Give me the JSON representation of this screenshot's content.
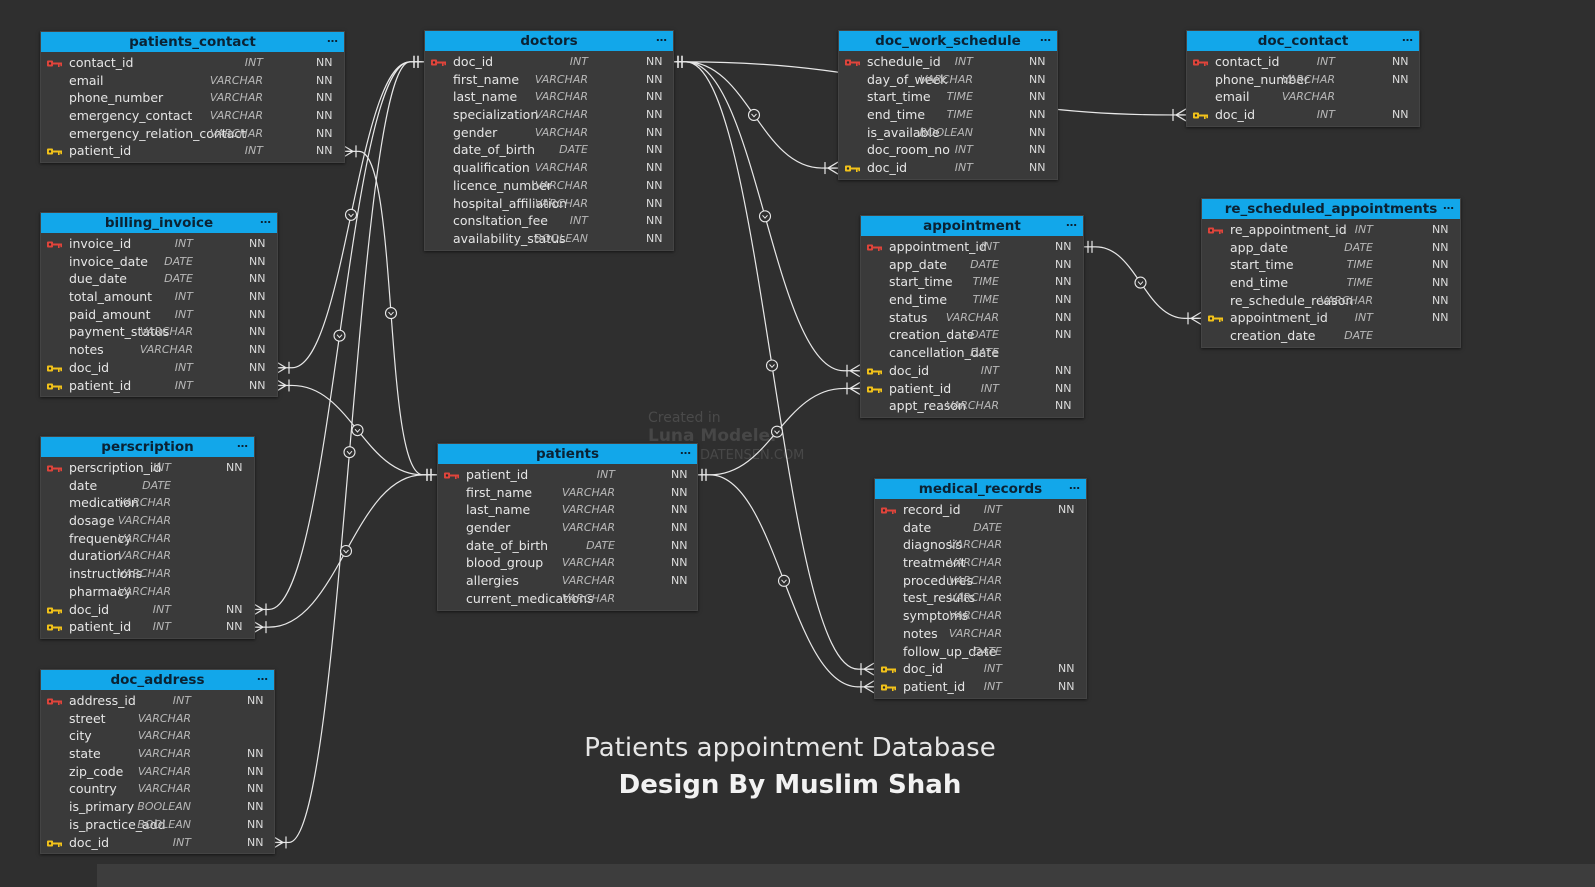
{
  "diagram": {
    "title": "Patients appointment Database",
    "subtitle": "Design By Muslim Shah",
    "watermark": {
      "line1": "Created in",
      "line2": "Luna Modeler",
      "line3": "DATENSEN.COM"
    },
    "colors": {
      "header": "#12a7ea",
      "table_bg": "#3a3a3a",
      "canvas": "#2f2f2f",
      "line": "#e8e8e8",
      "pk_key": "#e0443b",
      "fk_key": "#f2c21a"
    }
  },
  "tables": [
    {
      "id": "patients_contact",
      "name": "patients_contact",
      "columns": [
        {
          "name": "contact_id",
          "type": "INT",
          "nn": "NN",
          "key": "pk"
        },
        {
          "name": "email",
          "type": "VARCHAR",
          "nn": "NN",
          "key": ""
        },
        {
          "name": "phone_number",
          "type": "VARCHAR",
          "nn": "NN",
          "key": ""
        },
        {
          "name": "emergency_contact",
          "type": "VARCHAR",
          "nn": "NN",
          "key": ""
        },
        {
          "name": "emergency_relation_contact",
          "type": "VARCHAR",
          "nn": "NN",
          "key": ""
        },
        {
          "name": "patient_id",
          "type": "INT",
          "nn": "NN",
          "key": "fk"
        }
      ]
    },
    {
      "id": "doctors",
      "name": "doctors",
      "columns": [
        {
          "name": "doc_id",
          "type": "INT",
          "nn": "NN",
          "key": "pk"
        },
        {
          "name": "first_name",
          "type": "VARCHAR",
          "nn": "NN",
          "key": ""
        },
        {
          "name": "last_name",
          "type": "VARCHAR",
          "nn": "NN",
          "key": ""
        },
        {
          "name": "specialization",
          "type": "VARCHAR",
          "nn": "NN",
          "key": ""
        },
        {
          "name": "gender",
          "type": "VARCHAR",
          "nn": "NN",
          "key": ""
        },
        {
          "name": "date_of_birth",
          "type": "DATE",
          "nn": "NN",
          "key": ""
        },
        {
          "name": "qualification",
          "type": "VARCHAR",
          "nn": "NN",
          "key": ""
        },
        {
          "name": "licence_number",
          "type": "VARCHAR",
          "nn": "NN",
          "key": ""
        },
        {
          "name": "hospital_affiliation",
          "type": "VARCHAR",
          "nn": "NN",
          "key": ""
        },
        {
          "name": "consltation_fee",
          "type": "INT",
          "nn": "NN",
          "key": ""
        },
        {
          "name": "availability_status",
          "type": "BOOLEAN",
          "nn": "NN",
          "key": ""
        }
      ]
    },
    {
      "id": "doc_work_schedule",
      "name": "doc_work_schedule",
      "columns": [
        {
          "name": "schedule_id",
          "type": "INT",
          "nn": "NN",
          "key": "pk"
        },
        {
          "name": "day_of_week",
          "type": "VARCHAR",
          "nn": "NN",
          "key": ""
        },
        {
          "name": "start_time",
          "type": "TIME",
          "nn": "NN",
          "key": ""
        },
        {
          "name": "end_time",
          "type": "TIME",
          "nn": "NN",
          "key": ""
        },
        {
          "name": "is_available",
          "type": "BOOLEAN",
          "nn": "NN",
          "key": ""
        },
        {
          "name": "doc_room_no",
          "type": "INT",
          "nn": "NN",
          "key": ""
        },
        {
          "name": "doc_id",
          "type": "INT",
          "nn": "NN",
          "key": "fk"
        }
      ]
    },
    {
      "id": "doc_contact",
      "name": "doc_contact",
      "columns": [
        {
          "name": "contact_id",
          "type": "INT",
          "nn": "NN",
          "key": "pk"
        },
        {
          "name": "phone_number",
          "type": "VARCHAR",
          "nn": "NN",
          "key": ""
        },
        {
          "name": "email",
          "type": "VARCHAR",
          "nn": "",
          "key": ""
        },
        {
          "name": "doc_id",
          "type": "INT",
          "nn": "NN",
          "key": "fk"
        }
      ]
    },
    {
      "id": "billing_invoice",
      "name": "billing_invoice",
      "columns": [
        {
          "name": "invoice_id",
          "type": "INT",
          "nn": "NN",
          "key": "pk"
        },
        {
          "name": "invoice_date",
          "type": "DATE",
          "nn": "NN",
          "key": ""
        },
        {
          "name": "due_date",
          "type": "DATE",
          "nn": "NN",
          "key": ""
        },
        {
          "name": "total_amount",
          "type": "INT",
          "nn": "NN",
          "key": ""
        },
        {
          "name": "paid_amount",
          "type": "INT",
          "nn": "NN",
          "key": ""
        },
        {
          "name": "payment_status",
          "type": "VARCHAR",
          "nn": "NN",
          "key": ""
        },
        {
          "name": "notes",
          "type": "VARCHAR",
          "nn": "NN",
          "key": ""
        },
        {
          "name": "doc_id",
          "type": "INT",
          "nn": "NN",
          "key": "fk"
        },
        {
          "name": "patient_id",
          "type": "INT",
          "nn": "NN",
          "key": "fk"
        }
      ]
    },
    {
      "id": "appointment",
      "name": "appointment",
      "columns": [
        {
          "name": "appointment_id",
          "type": "INT",
          "nn": "NN",
          "key": "pk"
        },
        {
          "name": "app_date",
          "type": "DATE",
          "nn": "NN",
          "key": ""
        },
        {
          "name": "start_time",
          "type": "TIME",
          "nn": "NN",
          "key": ""
        },
        {
          "name": "end_time",
          "type": "TIME",
          "nn": "NN",
          "key": ""
        },
        {
          "name": "status",
          "type": "VARCHAR",
          "nn": "NN",
          "key": ""
        },
        {
          "name": "creation_date",
          "type": "DATE",
          "nn": "NN",
          "key": ""
        },
        {
          "name": "cancellation_date",
          "type": "DATE",
          "nn": "",
          "key": ""
        },
        {
          "name": "doc_id",
          "type": "INT",
          "nn": "NN",
          "key": "fk"
        },
        {
          "name": "patient_id",
          "type": "INT",
          "nn": "NN",
          "key": "fk"
        },
        {
          "name": "appt_reason",
          "type": "VARCHAR",
          "nn": "NN",
          "key": ""
        }
      ]
    },
    {
      "id": "re_scheduled_appointments",
      "name": "re_scheduled_appointments",
      "columns": [
        {
          "name": "re_appointment_id",
          "type": "INT",
          "nn": "NN",
          "key": "pk"
        },
        {
          "name": "app_date",
          "type": "DATE",
          "nn": "NN",
          "key": ""
        },
        {
          "name": "start_time",
          "type": "TIME",
          "nn": "NN",
          "key": ""
        },
        {
          "name": "end_time",
          "type": "TIME",
          "nn": "NN",
          "key": ""
        },
        {
          "name": "re_schedule_reason",
          "type": "VARCHAR",
          "nn": "NN",
          "key": ""
        },
        {
          "name": "appointment_id",
          "type": "INT",
          "nn": "NN",
          "key": "fk"
        },
        {
          "name": "creation_date",
          "type": "DATE",
          "nn": "",
          "key": ""
        }
      ]
    },
    {
      "id": "perscription",
      "name": "perscription",
      "columns": [
        {
          "name": "perscription_id",
          "type": "INT",
          "nn": "NN",
          "key": "pk"
        },
        {
          "name": "date",
          "type": "DATE",
          "nn": "",
          "key": ""
        },
        {
          "name": "medication",
          "type": "VARCHAR",
          "nn": "",
          "key": ""
        },
        {
          "name": "dosage",
          "type": "VARCHAR",
          "nn": "",
          "key": ""
        },
        {
          "name": "frequency",
          "type": "VARCHAR",
          "nn": "",
          "key": ""
        },
        {
          "name": "duration",
          "type": "VARCHAR",
          "nn": "",
          "key": ""
        },
        {
          "name": "instructions",
          "type": "VARCHAR",
          "nn": "",
          "key": ""
        },
        {
          "name": "pharmacy",
          "type": "VARCHAR",
          "nn": "",
          "key": ""
        },
        {
          "name": "doc_id",
          "type": "INT",
          "nn": "NN",
          "key": "fk"
        },
        {
          "name": "patient_id",
          "type": "INT",
          "nn": "NN",
          "key": "fk"
        }
      ]
    },
    {
      "id": "patients",
      "name": "patients",
      "columns": [
        {
          "name": "patient_id",
          "type": "INT",
          "nn": "NN",
          "key": "pk"
        },
        {
          "name": "first_name",
          "type": "VARCHAR",
          "nn": "NN",
          "key": ""
        },
        {
          "name": "last_name",
          "type": "VARCHAR",
          "nn": "NN",
          "key": ""
        },
        {
          "name": "gender",
          "type": "VARCHAR",
          "nn": "NN",
          "key": ""
        },
        {
          "name": "date_of_birth",
          "type": "DATE",
          "nn": "NN",
          "key": ""
        },
        {
          "name": "blood_group",
          "type": "VARCHAR",
          "nn": "NN",
          "key": ""
        },
        {
          "name": "allergies",
          "type": "VARCHAR",
          "nn": "NN",
          "key": ""
        },
        {
          "name": "current_medications",
          "type": "VARCHAR",
          "nn": "",
          "key": ""
        }
      ]
    },
    {
      "id": "medical_records",
      "name": "medical_records",
      "columns": [
        {
          "name": "record_id",
          "type": "INT",
          "nn": "NN",
          "key": "pk"
        },
        {
          "name": "date",
          "type": "DATE",
          "nn": "",
          "key": ""
        },
        {
          "name": "diagnosis",
          "type": "VARCHAR",
          "nn": "",
          "key": ""
        },
        {
          "name": "treatment",
          "type": "VARCHAR",
          "nn": "",
          "key": ""
        },
        {
          "name": "procedures",
          "type": "VARCHAR",
          "nn": "",
          "key": ""
        },
        {
          "name": "test_results",
          "type": "VARCHAR",
          "nn": "",
          "key": ""
        },
        {
          "name": "symptoms",
          "type": "VARCHAR",
          "nn": "",
          "key": ""
        },
        {
          "name": "notes",
          "type": "VARCHAR",
          "nn": "",
          "key": ""
        },
        {
          "name": "follow_up_date",
          "type": "DATE",
          "nn": "",
          "key": ""
        },
        {
          "name": "doc_id",
          "type": "INT",
          "nn": "NN",
          "key": "fk"
        },
        {
          "name": "patient_id",
          "type": "INT",
          "nn": "NN",
          "key": "fk"
        }
      ]
    },
    {
      "id": "doc_address",
      "name": "doc_address",
      "columns": [
        {
          "name": "address_id",
          "type": "INT",
          "nn": "NN",
          "key": "pk"
        },
        {
          "name": "street",
          "type": "VARCHAR",
          "nn": "",
          "key": ""
        },
        {
          "name": "city",
          "type": "VARCHAR",
          "nn": "",
          "key": ""
        },
        {
          "name": "state",
          "type": "VARCHAR",
          "nn": "NN",
          "key": ""
        },
        {
          "name": "zip_code",
          "type": "VARCHAR",
          "nn": "NN",
          "key": ""
        },
        {
          "name": "country",
          "type": "VARCHAR",
          "nn": "NN",
          "key": ""
        },
        {
          "name": "is_primary",
          "type": "BOOLEAN",
          "nn": "NN",
          "key": ""
        },
        {
          "name": "is_practice_add",
          "type": "BOOLEAN",
          "nn": "NN",
          "key": ""
        },
        {
          "name": "doc_id",
          "type": "INT",
          "nn": "NN",
          "key": "fk"
        }
      ]
    }
  ],
  "relationships": [
    {
      "from": "doctors.doc_id",
      "to": "doc_work_schedule.doc_id"
    },
    {
      "from": "doctors.doc_id",
      "to": "appointment.doc_id"
    },
    {
      "from": "doctors.doc_id",
      "to": "medical_records.doc_id"
    },
    {
      "from": "doctors.doc_id",
      "to": "billing_invoice.doc_id"
    },
    {
      "from": "doctors.doc_id",
      "to": "perscription.doc_id"
    },
    {
      "from": "doctors.doc_id",
      "to": "doc_address.doc_id"
    },
    {
      "from": "doctors.doc_id",
      "to": "doc_contact.doc_id"
    },
    {
      "from": "patients.patient_id",
      "to": "patients_contact.patient_id"
    },
    {
      "from": "patients.patient_id",
      "to": "billing_invoice.patient_id"
    },
    {
      "from": "patients.patient_id",
      "to": "perscription.patient_id"
    },
    {
      "from": "patients.patient_id",
      "to": "appointment.patient_id"
    },
    {
      "from": "patients.patient_id",
      "to": "medical_records.patient_id"
    },
    {
      "from": "appointment.appointment_id",
      "to": "re_scheduled_appointments.appointment_id"
    }
  ]
}
